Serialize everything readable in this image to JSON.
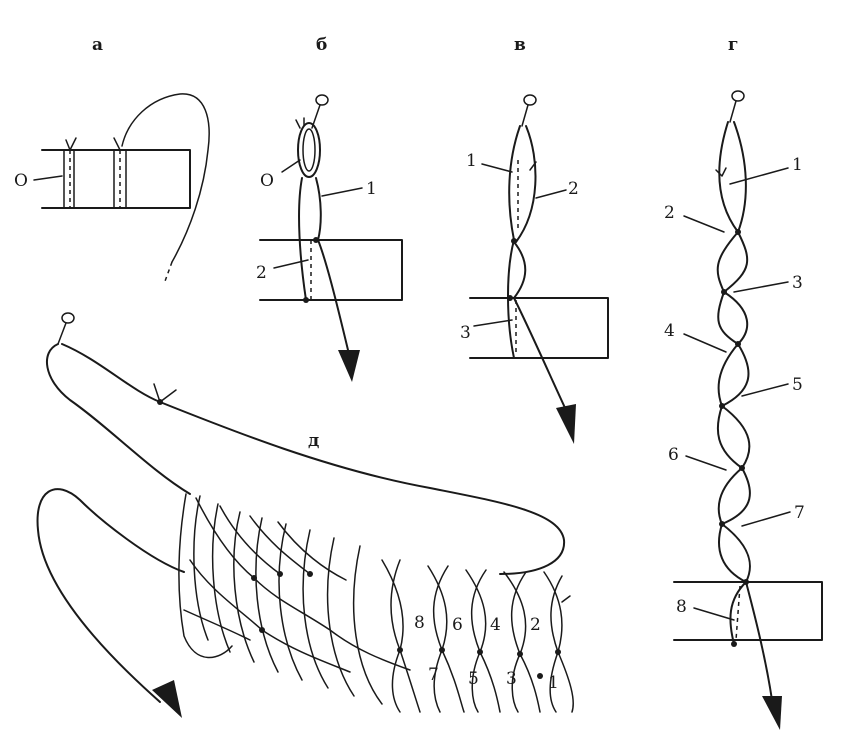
{
  "panels": {
    "a": {
      "title": "а",
      "labels": [
        "О"
      ]
    },
    "b": {
      "title": "б",
      "labels": [
        "О",
        "1",
        "2"
      ]
    },
    "v": {
      "title": "в",
      "labels": [
        "1",
        "2",
        "3"
      ]
    },
    "g": {
      "title": "г",
      "labels": [
        "1",
        "2",
        "3",
        "4",
        "5",
        "6",
        "7",
        "8"
      ]
    },
    "d": {
      "title": "д",
      "labels": [
        "8",
        "6",
        "4",
        "2",
        "7",
        "5",
        "3",
        "1"
      ]
    }
  }
}
